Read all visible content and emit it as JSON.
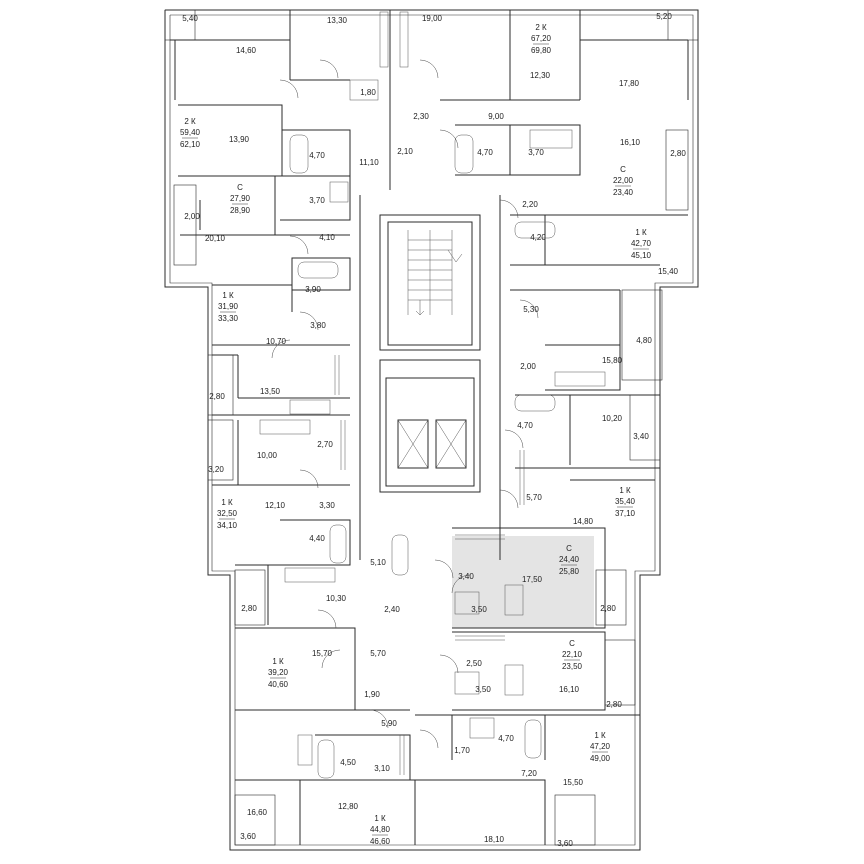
{
  "apartments": [
    {
      "id": "a1",
      "type": "2 К",
      "area_living": "59,40",
      "area_total": "62,10"
    },
    {
      "id": "a2",
      "type": "2 К",
      "area_living": "67,20",
      "area_total": "69,80"
    },
    {
      "id": "a3",
      "type": "С",
      "area_living": "27,90",
      "area_total": "28,90"
    },
    {
      "id": "a4",
      "type": "С",
      "area_living": "22,00",
      "area_total": "23,40"
    },
    {
      "id": "a5",
      "type": "1 К",
      "area_living": "42,70",
      "area_total": "45,10"
    },
    {
      "id": "a6",
      "type": "1 К",
      "area_living": "31,90",
      "area_total": "33,30"
    },
    {
      "id": "a7",
      "type": "1 К",
      "area_living": "32,50",
      "area_total": "34,10"
    },
    {
      "id": "a8",
      "type": "1 К",
      "area_living": "35,40",
      "area_total": "37,10"
    },
    {
      "id": "a9",
      "type": "С",
      "area_living": "24,40",
      "area_total": "25,80",
      "highlighted": true
    },
    {
      "id": "a10",
      "type": "С",
      "area_living": "22,10",
      "area_total": "23,50"
    },
    {
      "id": "a11",
      "type": "1 К",
      "area_living": "39,20",
      "area_total": "40,60"
    },
    {
      "id": "a12",
      "type": "1 К",
      "area_living": "47,20",
      "area_total": "49,00"
    },
    {
      "id": "a13",
      "type": "1 К",
      "area_living": "44,80",
      "area_total": "46,60"
    }
  ],
  "room_areas": [
    "5,40",
    "13,30",
    "19,00",
    "5,20",
    "14,60",
    "12,30",
    "17,80",
    "1,80",
    "2,30",
    "9,00",
    "13,90",
    "11,10",
    "2,10",
    "4,70",
    "4,70",
    "3,70",
    "16,10",
    "2,80",
    "3,70",
    "2,00",
    "20,10",
    "4,10",
    "2,20",
    "4,20",
    "15,40",
    "3,90",
    "3,80",
    "5,30",
    "4,80",
    "10,70",
    "13,50",
    "2,00",
    "15,80",
    "2,80",
    "2,70",
    "10,00",
    "10,20",
    "4,70",
    "3,40",
    "3,20",
    "5,70",
    "12,10",
    "3,30",
    "14,80",
    "4,40",
    "5,10",
    "3,40",
    "17,50",
    "10,30",
    "2,80",
    "2,40",
    "3,50",
    "2,80",
    "15,70",
    "5,70",
    "2,50",
    "1,90",
    "3,50",
    "16,10",
    "5,90",
    "2,80",
    "4,50",
    "3,10",
    "1,70",
    "4,70",
    "7,20",
    "15,50",
    "16,60",
    "12,80",
    "18,10",
    "3,60",
    "3,60"
  ],
  "colors": {
    "wall": "#2b2b2b",
    "highlight": "#e4e4e4",
    "background": "#ffffff"
  }
}
